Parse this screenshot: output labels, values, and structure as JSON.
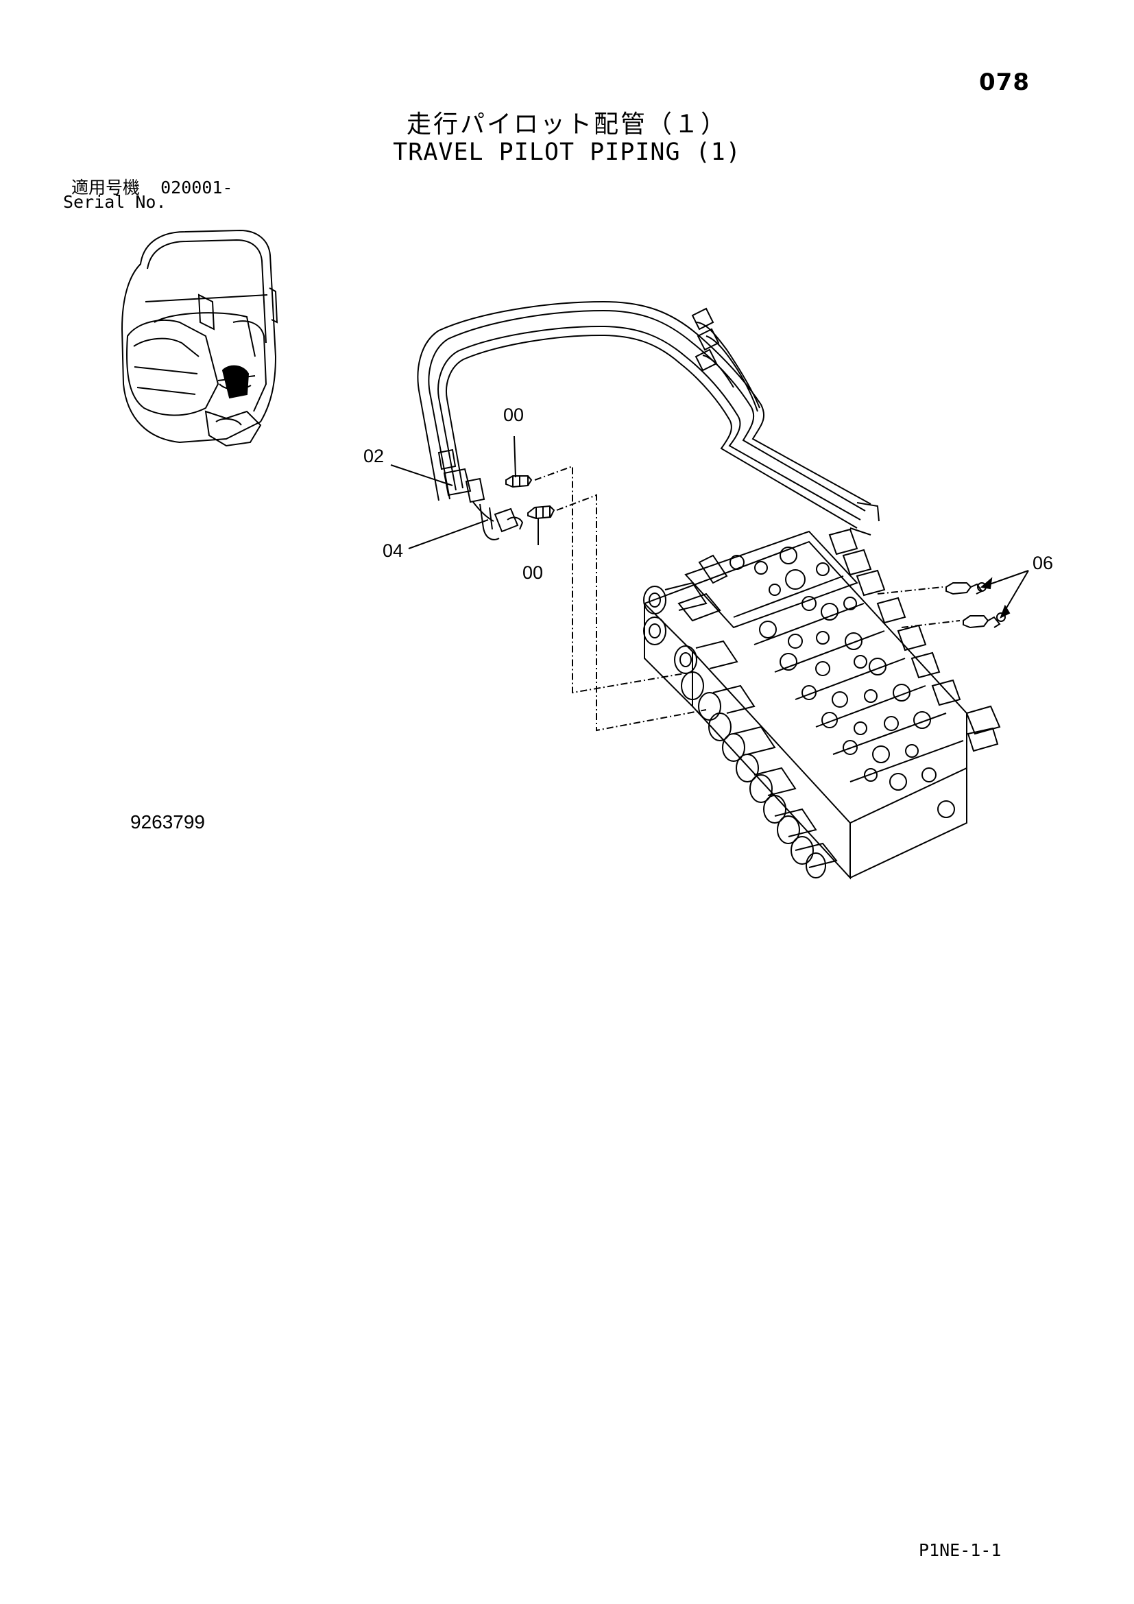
{
  "header": {
    "page_number": "078",
    "title_jp": "走行パイロット配管（１）",
    "title_en": "TRAVEL PILOT PIPING (1)"
  },
  "serial": {
    "label_jp": "適用号機",
    "value": "020001-",
    "label_en": "Serial No."
  },
  "callouts": {
    "c00_upper": "00",
    "c00_lower": "00",
    "c02": "02",
    "c04": "04",
    "c06": "06"
  },
  "footer": {
    "drawing_number": "9263799",
    "page_code": "P1NE-1-1"
  }
}
